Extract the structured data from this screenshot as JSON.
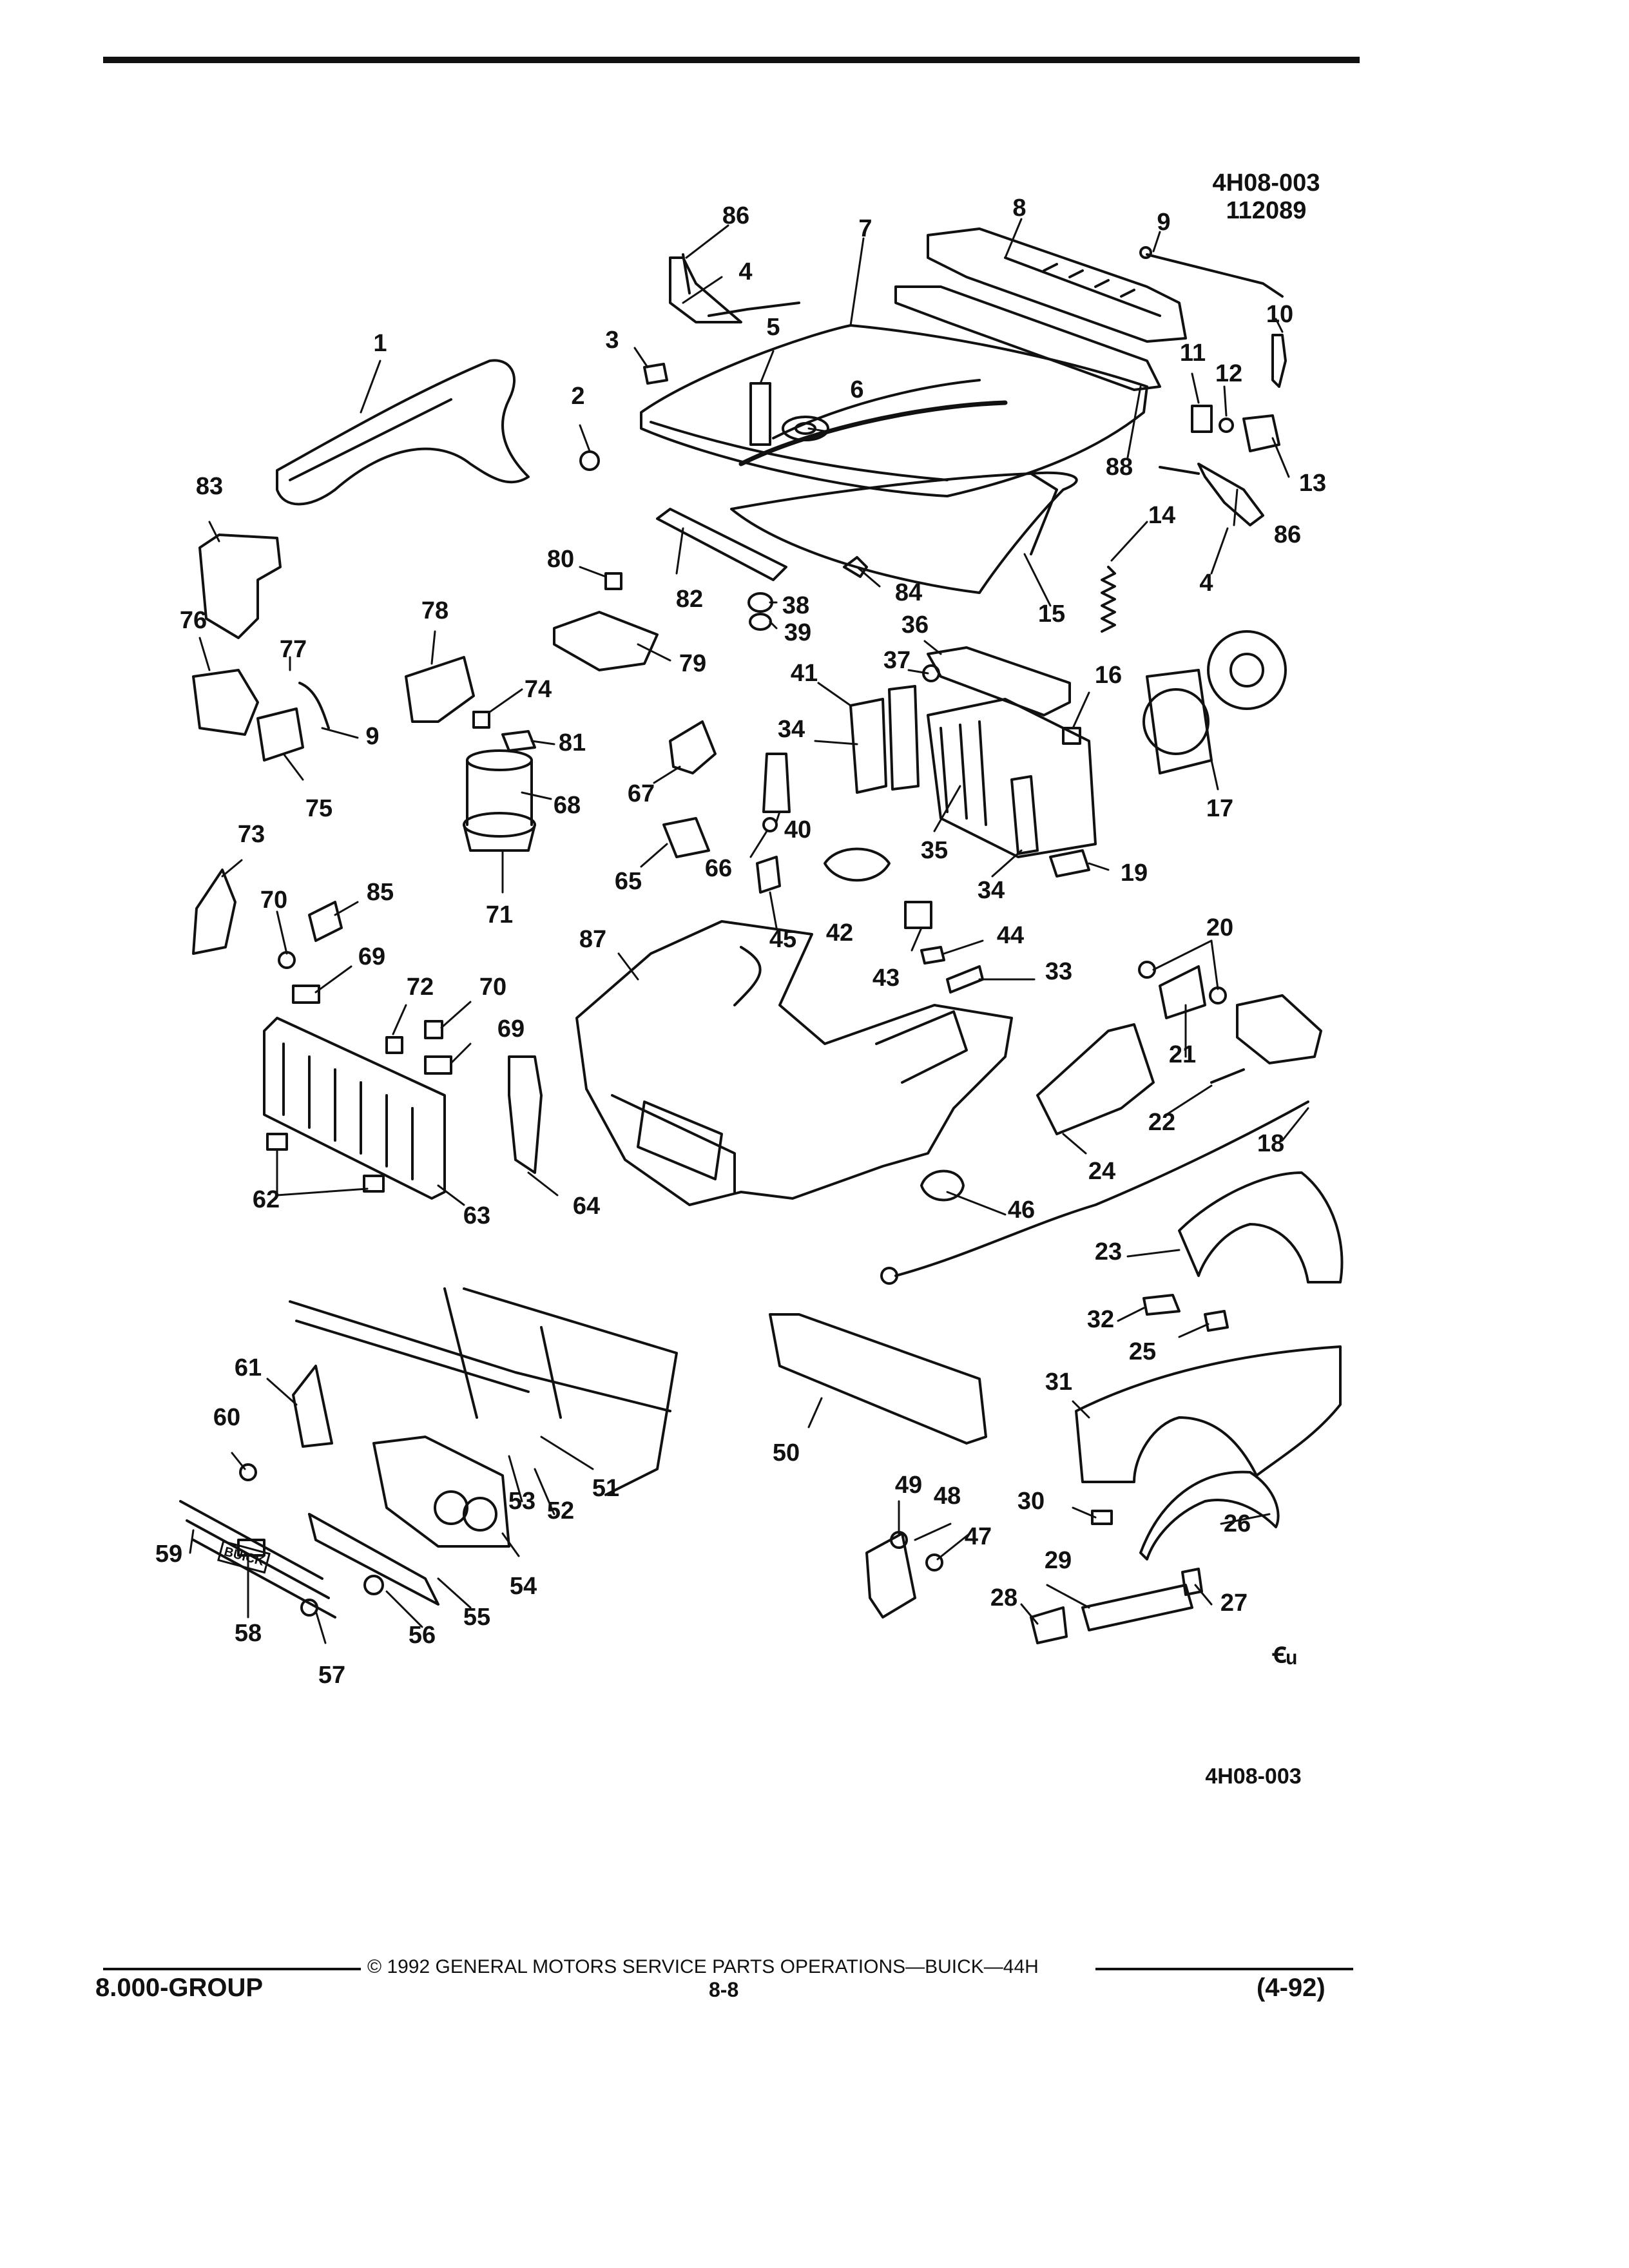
{
  "header": {
    "figure_code": "4H08-003",
    "date_code": "112089"
  },
  "callouts": [
    {
      "id": "c86a",
      "label": "86"
    },
    {
      "id": "c4a",
      "label": "4"
    },
    {
      "id": "c7",
      "label": "7"
    },
    {
      "id": "c8",
      "label": "8"
    },
    {
      "id": "c9a",
      "label": "9"
    },
    {
      "id": "c10",
      "label": "10"
    },
    {
      "id": "c11",
      "label": "11"
    },
    {
      "id": "c12",
      "label": "12"
    },
    {
      "id": "c13",
      "label": "13"
    },
    {
      "id": "c86b",
      "label": "86"
    },
    {
      "id": "c14",
      "label": "14"
    },
    {
      "id": "c4b",
      "label": "4"
    },
    {
      "id": "c15",
      "label": "15"
    },
    {
      "id": "c88",
      "label": "88"
    },
    {
      "id": "c3",
      "label": "3"
    },
    {
      "id": "c5",
      "label": "5"
    },
    {
      "id": "c6",
      "label": "6"
    },
    {
      "id": "c1",
      "label": "1"
    },
    {
      "id": "c2",
      "label": "2"
    },
    {
      "id": "c83",
      "label": "83"
    },
    {
      "id": "c80",
      "label": "80"
    },
    {
      "id": "c82",
      "label": "82"
    },
    {
      "id": "c84",
      "label": "84"
    },
    {
      "id": "c38",
      "label": "38"
    },
    {
      "id": "c39",
      "label": "39"
    },
    {
      "id": "c36",
      "label": "36"
    },
    {
      "id": "c37",
      "label": "37"
    },
    {
      "id": "c16",
      "label": "16"
    },
    {
      "id": "c41",
      "label": "41"
    },
    {
      "id": "c34a",
      "label": "34"
    },
    {
      "id": "c76",
      "label": "76"
    },
    {
      "id": "c77",
      "label": "77"
    },
    {
      "id": "c9b",
      "label": "9"
    },
    {
      "id": "c75",
      "label": "75"
    },
    {
      "id": "c78",
      "label": "78"
    },
    {
      "id": "c79",
      "label": "79"
    },
    {
      "id": "c74",
      "label": "74"
    },
    {
      "id": "c81",
      "label": "81"
    },
    {
      "id": "c68",
      "label": "68"
    },
    {
      "id": "c71",
      "label": "71"
    },
    {
      "id": "c67",
      "label": "67"
    },
    {
      "id": "c65",
      "label": "65"
    },
    {
      "id": "c66",
      "label": "66"
    },
    {
      "id": "c40",
      "label": "40"
    },
    {
      "id": "c35",
      "label": "35"
    },
    {
      "id": "c34b",
      "label": "34"
    },
    {
      "id": "c17",
      "label": "17"
    },
    {
      "id": "c19",
      "label": "19"
    },
    {
      "id": "c73",
      "label": "73"
    },
    {
      "id": "c70a",
      "label": "70"
    },
    {
      "id": "c85",
      "label": "85"
    },
    {
      "id": "c69a",
      "label": "69"
    },
    {
      "id": "c72",
      "label": "72"
    },
    {
      "id": "c70b",
      "label": "70"
    },
    {
      "id": "c69b",
      "label": "69"
    },
    {
      "id": "c87",
      "label": "87"
    },
    {
      "id": "c45",
      "label": "45"
    },
    {
      "id": "c42",
      "label": "42"
    },
    {
      "id": "c43",
      "label": "43"
    },
    {
      "id": "c44",
      "label": "44"
    },
    {
      "id": "c33",
      "label": "33"
    },
    {
      "id": "c20",
      "label": "20"
    },
    {
      "id": "c21",
      "label": "21"
    },
    {
      "id": "c22",
      "label": "22"
    },
    {
      "id": "c18",
      "label": "18"
    },
    {
      "id": "c24",
      "label": "24"
    },
    {
      "id": "c62",
      "label": "62"
    },
    {
      "id": "c63",
      "label": "63"
    },
    {
      "id": "c64",
      "label": "64"
    },
    {
      "id": "c46",
      "label": "46"
    },
    {
      "id": "c23",
      "label": "23"
    },
    {
      "id": "c32",
      "label": "32"
    },
    {
      "id": "c25",
      "label": "25"
    },
    {
      "id": "c61",
      "label": "61"
    },
    {
      "id": "c60",
      "label": "60"
    },
    {
      "id": "c50",
      "label": "50"
    },
    {
      "id": "c31",
      "label": "31"
    },
    {
      "id": "c51",
      "label": "51"
    },
    {
      "id": "c53",
      "label": "53"
    },
    {
      "id": "c52",
      "label": "52"
    },
    {
      "id": "c49",
      "label": "49"
    },
    {
      "id": "c48",
      "label": "48"
    },
    {
      "id": "c30",
      "label": "30"
    },
    {
      "id": "c26",
      "label": "26"
    },
    {
      "id": "c59",
      "label": "59"
    },
    {
      "id": "c54",
      "label": "54"
    },
    {
      "id": "c47",
      "label": "47"
    },
    {
      "id": "c29",
      "label": "29"
    },
    {
      "id": "c55",
      "label": "55"
    },
    {
      "id": "c56",
      "label": "56"
    },
    {
      "id": "c58",
      "label": "58"
    },
    {
      "id": "c57",
      "label": "57"
    },
    {
      "id": "c28",
      "label": "28"
    },
    {
      "id": "c27",
      "label": "27"
    }
  ],
  "emblem_text": "BUICK",
  "figure_code_bottom": "4H08-003",
  "footer": {
    "copyright": "© 1992 GENERAL MOTORS SERVICE PARTS OPERATIONS—BUICK—44H",
    "group": "8.000-GROUP",
    "page": "8-8",
    "revision": "(4-92)"
  }
}
